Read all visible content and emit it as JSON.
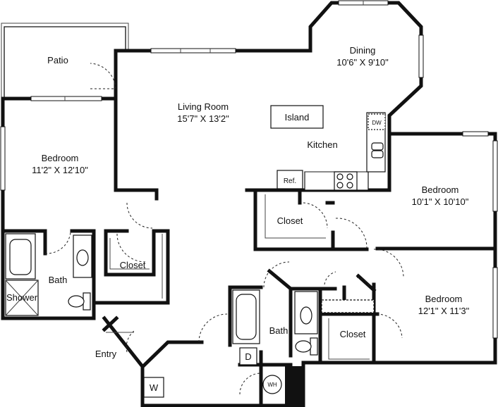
{
  "rooms": {
    "patio": {
      "name": "Patio"
    },
    "dining": {
      "name": "Dining",
      "dims": "10'6\" X 9'10\""
    },
    "living_room": {
      "name": "Living Room",
      "dims": "15'7\" X 13'2\""
    },
    "island": {
      "name": "Island"
    },
    "kitchen": {
      "name": "Kitchen"
    },
    "dishwasher": {
      "name": "DW"
    },
    "refrigerator": {
      "name": "Ref."
    },
    "bedroom_west": {
      "name": "Bedroom",
      "dims": "11'2\" X 12'10\""
    },
    "bedroom_east_upper": {
      "name": "Bedroom",
      "dims": "10'1\" X 10'10\""
    },
    "bedroom_east_lower": {
      "name": "Bedroom",
      "dims": "12'1\" X 11'3\""
    },
    "closet_kitchen": {
      "name": "Closet"
    },
    "closet_entry": {
      "name": "Closet"
    },
    "closet_bath2": {
      "name": "Closet"
    },
    "bath_west": {
      "name": "Bath"
    },
    "shower": {
      "name": "Shower"
    },
    "bath_center": {
      "name": "Bath"
    },
    "entry": {
      "name": "Entry"
    },
    "dryer": {
      "name": "D"
    },
    "washer": {
      "name": "W"
    },
    "water_heater": {
      "name": "WH"
    }
  }
}
